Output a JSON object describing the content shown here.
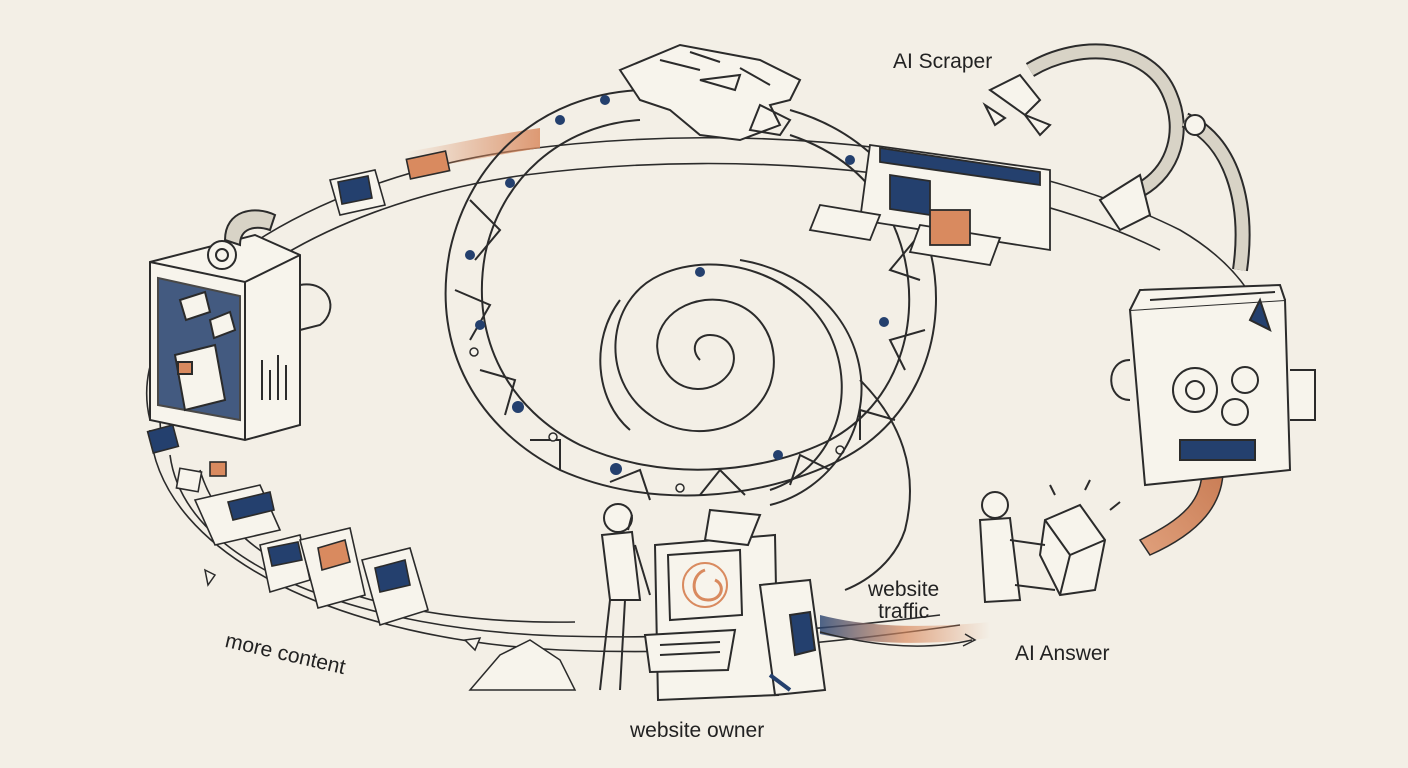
{
  "labels": {
    "ai_scraper": "AI Scraper",
    "website_traffic_line1": "website",
    "website_traffic_line2": "traffic",
    "ai_answer": "AI Answer",
    "website_owner": "website owner",
    "more_content": "more content"
  },
  "colors": {
    "background": "#f3efe6",
    "ink": "#2b2b2b",
    "navy": "#24406e",
    "copper": "#d98a5f",
    "paper": "#f7f4ec"
  },
  "icons": [
    "ouroboros-dragon-icon",
    "spiral-icon",
    "robot-claw-icon",
    "content-shredder-machine-icon",
    "ai-processor-box-icon",
    "printer-machine-icon",
    "crystal-icon",
    "person-icon"
  ]
}
